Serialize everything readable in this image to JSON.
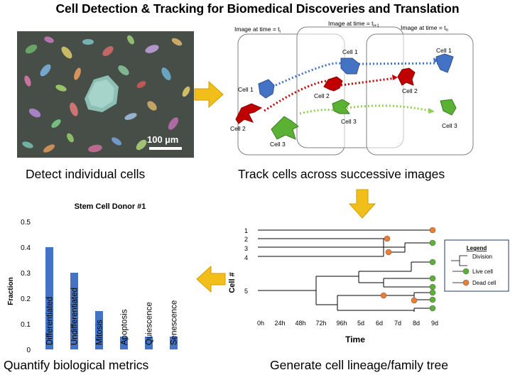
{
  "title": "Cell Detection & Tracking for Biomedical Discoveries and Translation",
  "panels": {
    "detect": {
      "caption": "Detect individual cells",
      "scale_label": "100 µm"
    },
    "track": {
      "caption": "Track cells across successive images",
      "frame_labels": [
        "Image at time = t",
        "Image at time = t",
        "Image at time = t"
      ],
      "frame_subscripts": [
        "i",
        "i+1",
        "n"
      ],
      "cells": [
        "Cell 1",
        "Cell 2",
        "Cell 3"
      ],
      "colors": {
        "cell1": "#4472c4",
        "cell2": "#c00000",
        "cell3": "#5ab134"
      }
    },
    "tree": {
      "caption": "Generate cell lineage/family tree",
      "ylabel": "Cell #",
      "xlabel": "Time",
      "row_labels": [
        "1",
        "2",
        "3",
        "4",
        "5"
      ],
      "time_ticks": [
        "0h",
        "24h",
        "48h",
        "72h",
        "96h",
        "5d",
        "6d",
        "7d",
        "8d",
        "9d"
      ],
      "legend": {
        "title": "Legend",
        "items": [
          "Division",
          "Live cell",
          "Dead cell"
        ]
      },
      "colors": {
        "live": "#5ab134",
        "dead": "#ed7d31"
      }
    },
    "metrics": {
      "caption": "Quantify biological metrics"
    }
  },
  "chart_data": {
    "type": "bar",
    "title": "Stem Cell Donor #1",
    "ylabel": "Fraction",
    "xlabel": "",
    "categories": [
      "Differentiated",
      "Undifferentiated",
      "Mitosis",
      "Apoptosis",
      "Quiescence",
      "Senescence"
    ],
    "values": [
      0.4,
      0.3,
      0.15,
      0.05,
      0.05,
      0.05
    ],
    "yticks": [
      "0",
      "0.1",
      "0.2",
      "0.3",
      "0.4",
      "0.5"
    ],
    "ylim": [
      0,
      0.5
    ],
    "grid": false,
    "bar_color": "#4472c4"
  }
}
